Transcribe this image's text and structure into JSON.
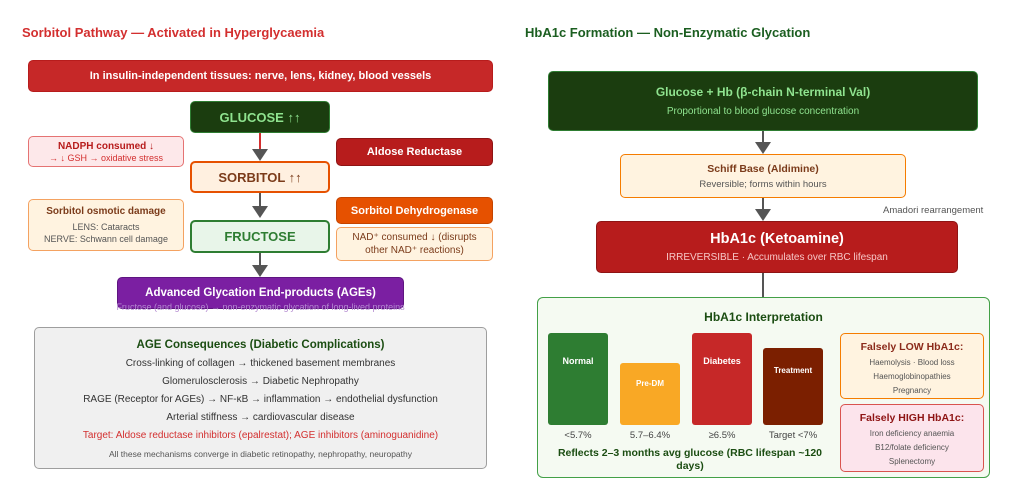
{
  "left": {
    "title": "Sorbitol Pathway — Activated in Hyperglycaemia",
    "banner": "In insulin-independent tissues: nerve, lens, kidney, blood vessels",
    "glucose": "GLUCOSE ↑↑",
    "nadph": {
      "title": "NADPH consumed ↓",
      "sub": "→ ↓ GSH → oxidative stress"
    },
    "aldose": "Aldose Reductase",
    "sorbitol": "SORBITOL ↑↑",
    "osmotic": {
      "title": "Sorbitol osmotic damage",
      "lines": [
        "LENS: Cataracts",
        "NERVE: Schwann cell damage"
      ]
    },
    "sdh": "Sorbitol Dehydrogenase",
    "nad": "NAD⁺ consumed ↓ (disrupts other NAD⁺ reactions)",
    "fructose": "FRUCTOSE",
    "ages": {
      "title": "Advanced Glycation End-products (AGEs)",
      "sub": "Fructose (and glucose) → non-enzymatic glycation of long-lived proteins"
    },
    "consequences": {
      "title": "AGE Consequences (Diabetic Complications)",
      "lines": [
        "Cross-linking of collagen → thickened basement membranes",
        "Glomerulosclerosis → Diabetic Nephropathy",
        "RAGE (Receptor for AGEs) → NF-κB → inflammation → endothelial dysfunction",
        "Arterial stiffness → cardiovascular disease"
      ],
      "target": "Target: Aldose reductase inhibitors (epalrestat); AGE inhibitors (aminoguanidine)",
      "footer": "All these mechanisms converge in diabetic retinopathy, nephropathy, neuropathy"
    }
  },
  "right": {
    "title": "HbA1c Formation — Non-Enzymatic Glycation",
    "glucose_hb": {
      "title": "Glucose + Hb (β-chain N-terminal Val)",
      "sub": "Proportional to blood glucose concentration"
    },
    "schiff": {
      "title": "Schiff Base (Aldimine)",
      "sub": "Reversible; forms within hours"
    },
    "amadori": "Amadori rearrangement",
    "hba1c": {
      "title": "HbA1c (Ketoamine)",
      "sub": "IRREVERSIBLE · Accumulates over RBC lifespan"
    },
    "interp": {
      "title": "HbA1c Interpretation",
      "bars": [
        {
          "label": "Normal",
          "range": "<5.7%",
          "color": "#2e7d32"
        },
        {
          "label": "Pre-DM",
          "range": "5.7–6.4%",
          "color": "#f9a825"
        },
        {
          "label": "Diabetes",
          "range": "≥6.5%",
          "color": "#c62828"
        },
        {
          "label": "Treatment",
          "range": "Target <7%",
          "color": "#7b1f00"
        }
      ],
      "low": {
        "title": "Falsely LOW HbA1c:",
        "lines": [
          "Haemolysis · Blood loss",
          "Haemoglobinopathies",
          "Pregnancy"
        ]
      },
      "high": {
        "title": "Falsely HIGH HbA1c:",
        "lines": [
          "Iron deficiency anaemia",
          "B12/folate deficiency",
          "Splenectomy"
        ]
      },
      "footer": "Reflects 2–3 months avg glucose (RBC lifespan ~120 days)"
    }
  }
}
